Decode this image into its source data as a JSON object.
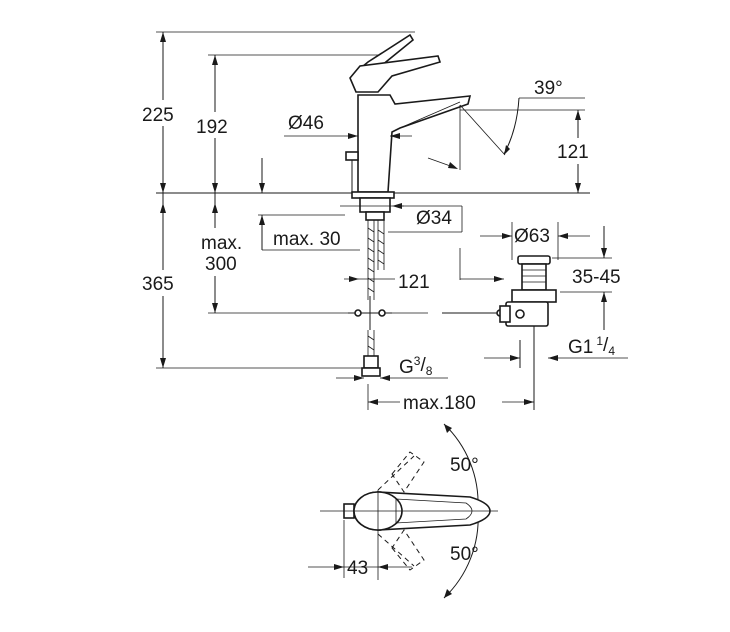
{
  "dims": {
    "h225": "225",
    "h192": "192",
    "d46": "Ø46",
    "a39": "39°",
    "r121_top": "121",
    "d34": "Ø34",
    "max_label": "max.",
    "v300": "300",
    "max30": "max. 30",
    "d63": "Ø63",
    "h365": "365",
    "r121_mid": "121",
    "r35_45": "35-45",
    "g_small": "G",
    "g_small_num": "3",
    "g_small_den": "8",
    "g_big": "G1",
    "g_big_num": "1",
    "g_big_den": "4",
    "max180": "max.180",
    "a50_top": "50°",
    "a50_bottom": "50°",
    "d43": "43"
  }
}
